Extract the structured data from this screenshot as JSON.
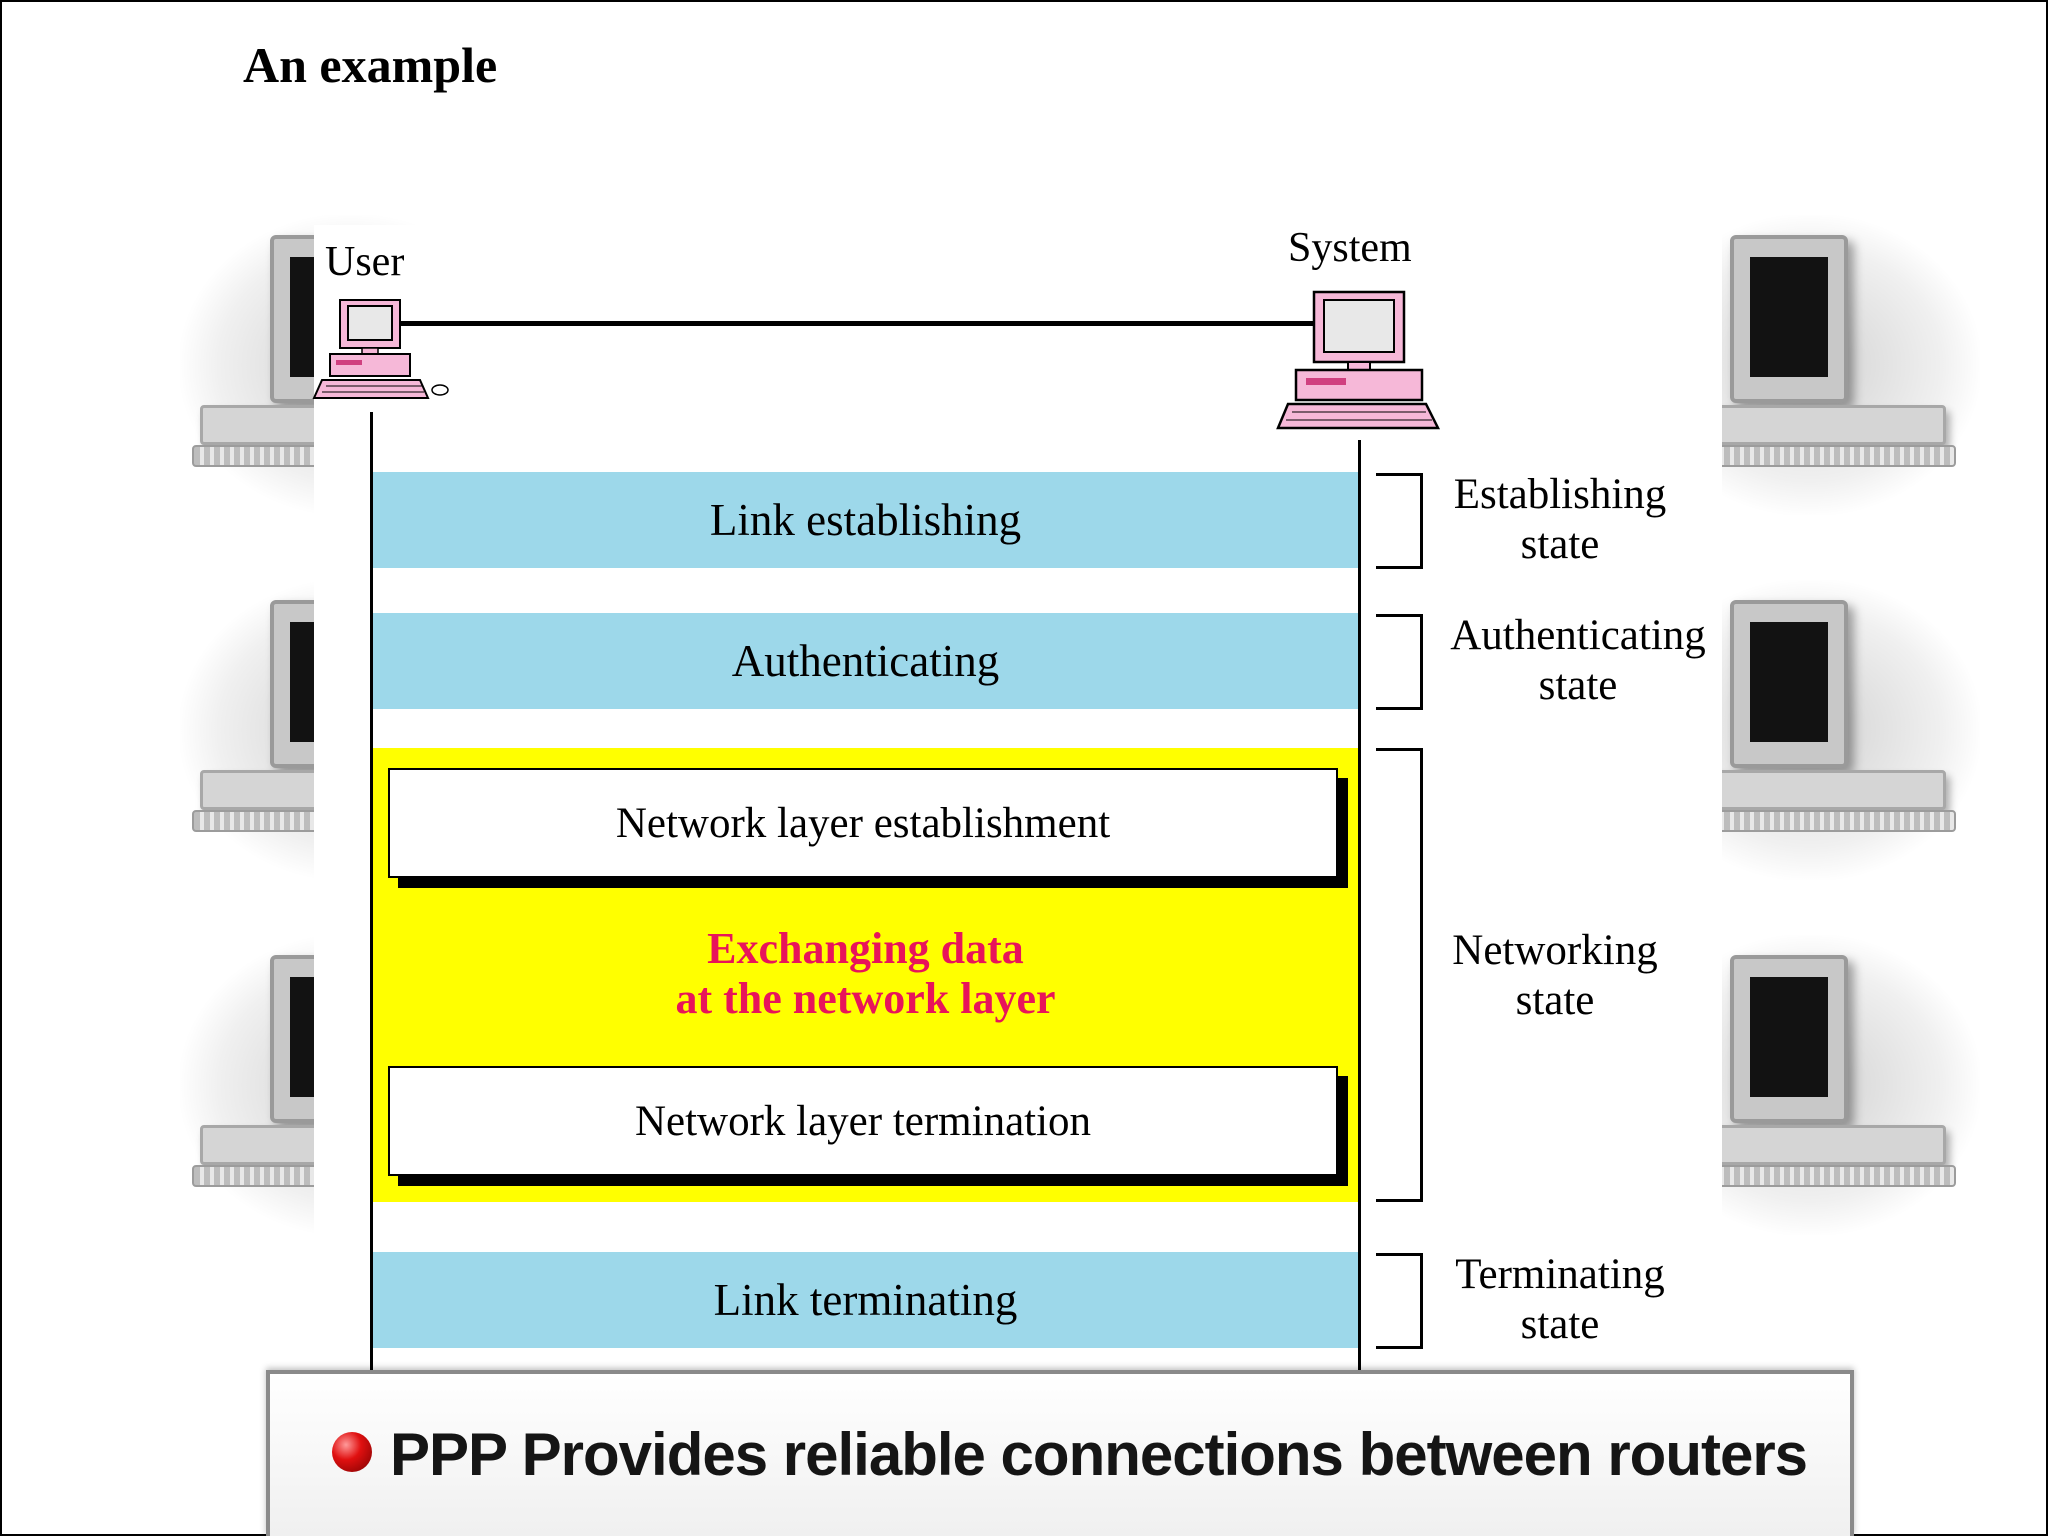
{
  "slide": {
    "title": "An example"
  },
  "diagram": {
    "nodes": {
      "user_label": "User",
      "system_label": "System"
    },
    "phases": {
      "link_establishing": "Link establishing",
      "authenticating": "Authenticating",
      "network_layer_establishment": "Network layer establishment",
      "exchanging_line1": "Exchanging data",
      "exchanging_line2": "at the network layer",
      "network_layer_termination": "Network layer termination",
      "link_terminating": "Link terminating"
    },
    "states": {
      "establishing_line1": "Establishing",
      "establishing_line2": "state",
      "authenticating_line1": "Authenticating",
      "authenticating_line2": "state",
      "networking_line1": "Networking",
      "networking_line2": "state",
      "terminating_line1": "Terminating",
      "terminating_line2": "state"
    },
    "colors": {
      "band": "#9dd8ea",
      "network_region": "#ffff00",
      "exchange_text": "#e8145a",
      "computer": "#f6b8d8"
    }
  },
  "banner": {
    "text": "PPP Provides reliable connections between routers"
  }
}
